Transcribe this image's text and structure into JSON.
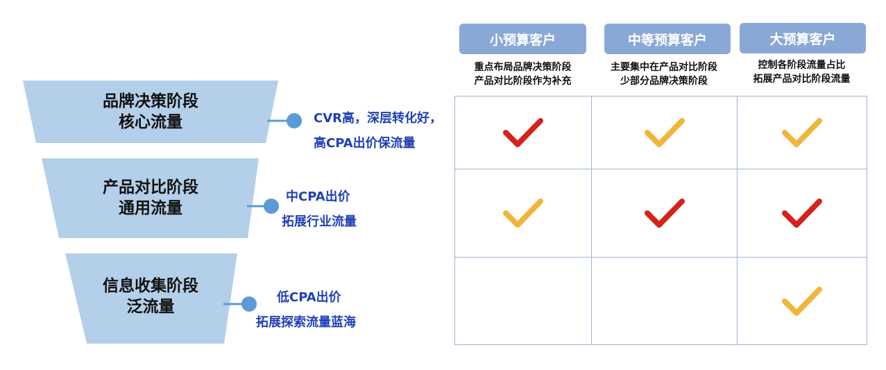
{
  "funnel": {
    "stages": [
      {
        "line1": "品牌决策阶段",
        "line2": "核心流量"
      },
      {
        "line1": "产品对比阶段",
        "line2": "通用流量"
      },
      {
        "line1": "信息收集阶段",
        "line2": "泛流量"
      }
    ],
    "notes": [
      {
        "line1": "CVR高，深层转化好，",
        "line2": "高CPA出价保流量"
      },
      {
        "line1": "中CPA出价",
        "line2": "拓展行业流量"
      },
      {
        "line1": "低CPA出价",
        "line2": "拓展探索流量蓝海"
      }
    ],
    "fill_color": "#b4cfe9",
    "connector_color": "#5b9bd5"
  },
  "columns": [
    {
      "title": "小预算客户",
      "desc1": "重点布局品牌决策阶段",
      "desc2": "产品对比阶段作为补充"
    },
    {
      "title": "中等预算客户",
      "desc1": "主要集中在产品对比阶段",
      "desc2": "少部分品牌决策阶段"
    },
    {
      "title": "大预算客户",
      "desc1": "控制各阶段流量占比",
      "desc2": "拓展产品对比阶段流量"
    }
  ],
  "matrix": [
    [
      "primary",
      "secondary",
      "secondary"
    ],
    [
      "secondary",
      "primary",
      "primary"
    ],
    [
      "none",
      "none",
      "secondary"
    ]
  ],
  "colors": {
    "primary_check": "#d4231a",
    "secondary_check": "#f0b53a",
    "header_bg": "#8aa8d6",
    "grid_border": "#9db3d4",
    "note_text": "#1f3fb8"
  },
  "icons": {
    "check": "check-icon"
  }
}
